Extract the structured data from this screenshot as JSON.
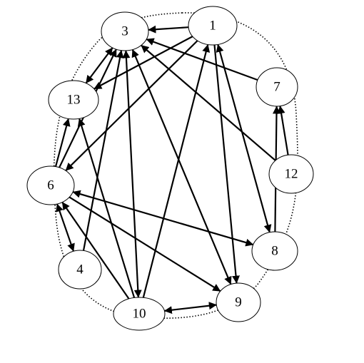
{
  "graph": {
    "nodes": [
      {
        "id": "n1",
        "label": "1"
      },
      {
        "id": "n3",
        "label": "3"
      },
      {
        "id": "n13",
        "label": "13"
      },
      {
        "id": "n7",
        "label": "7"
      },
      {
        "id": "n6",
        "label": "6"
      },
      {
        "id": "n12",
        "label": "12"
      },
      {
        "id": "n8",
        "label": "8"
      },
      {
        "id": "n4",
        "label": "4"
      },
      {
        "id": "n9",
        "label": "9"
      },
      {
        "id": "n10",
        "label": "10"
      }
    ],
    "edges": [
      {
        "from": "n1",
        "to": "n3"
      },
      {
        "from": "n7",
        "to": "n3"
      },
      {
        "from": "n12",
        "to": "n3"
      },
      {
        "from": "n3",
        "to": "n13",
        "double": true
      },
      {
        "from": "n3",
        "to": "n10",
        "double": true
      },
      {
        "from": "n3",
        "to": "n9",
        "double": true
      },
      {
        "from": "n4",
        "to": "n3"
      },
      {
        "from": "n6",
        "to": "n3"
      },
      {
        "from": "n1",
        "to": "n13"
      },
      {
        "from": "n1",
        "to": "n6"
      },
      {
        "from": "n1",
        "to": "n8",
        "double": true
      },
      {
        "from": "n1",
        "to": "n9"
      },
      {
        "from": "n10",
        "to": "n1"
      },
      {
        "from": "n12",
        "to": "n7"
      },
      {
        "from": "n8",
        "to": "n7"
      },
      {
        "from": "n6",
        "to": "n13"
      },
      {
        "from": "n10",
        "to": "n13"
      },
      {
        "from": "n6",
        "to": "n8",
        "double": true
      },
      {
        "from": "n6",
        "to": "n9"
      },
      {
        "from": "n6",
        "to": "n4",
        "double": true
      },
      {
        "from": "n10",
        "to": "n6"
      },
      {
        "from": "n10",
        "to": "n9",
        "double": true
      }
    ]
  }
}
